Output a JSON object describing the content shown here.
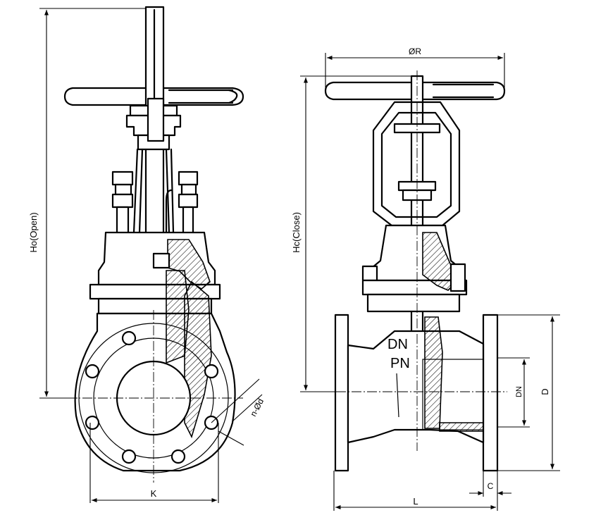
{
  "labels": {
    "height_open": "Ho(Open)",
    "height_close": "Hc(Close)",
    "handwheel_dia": "ØR",
    "bolt_circle": "K",
    "bolt_holes": "n-Ød",
    "nominal_dia": "DN",
    "pressure": "PN",
    "flange_dia": "D",
    "face_to_face": "L",
    "flange_thickness": "C",
    "bore_dn": "DN"
  }
}
